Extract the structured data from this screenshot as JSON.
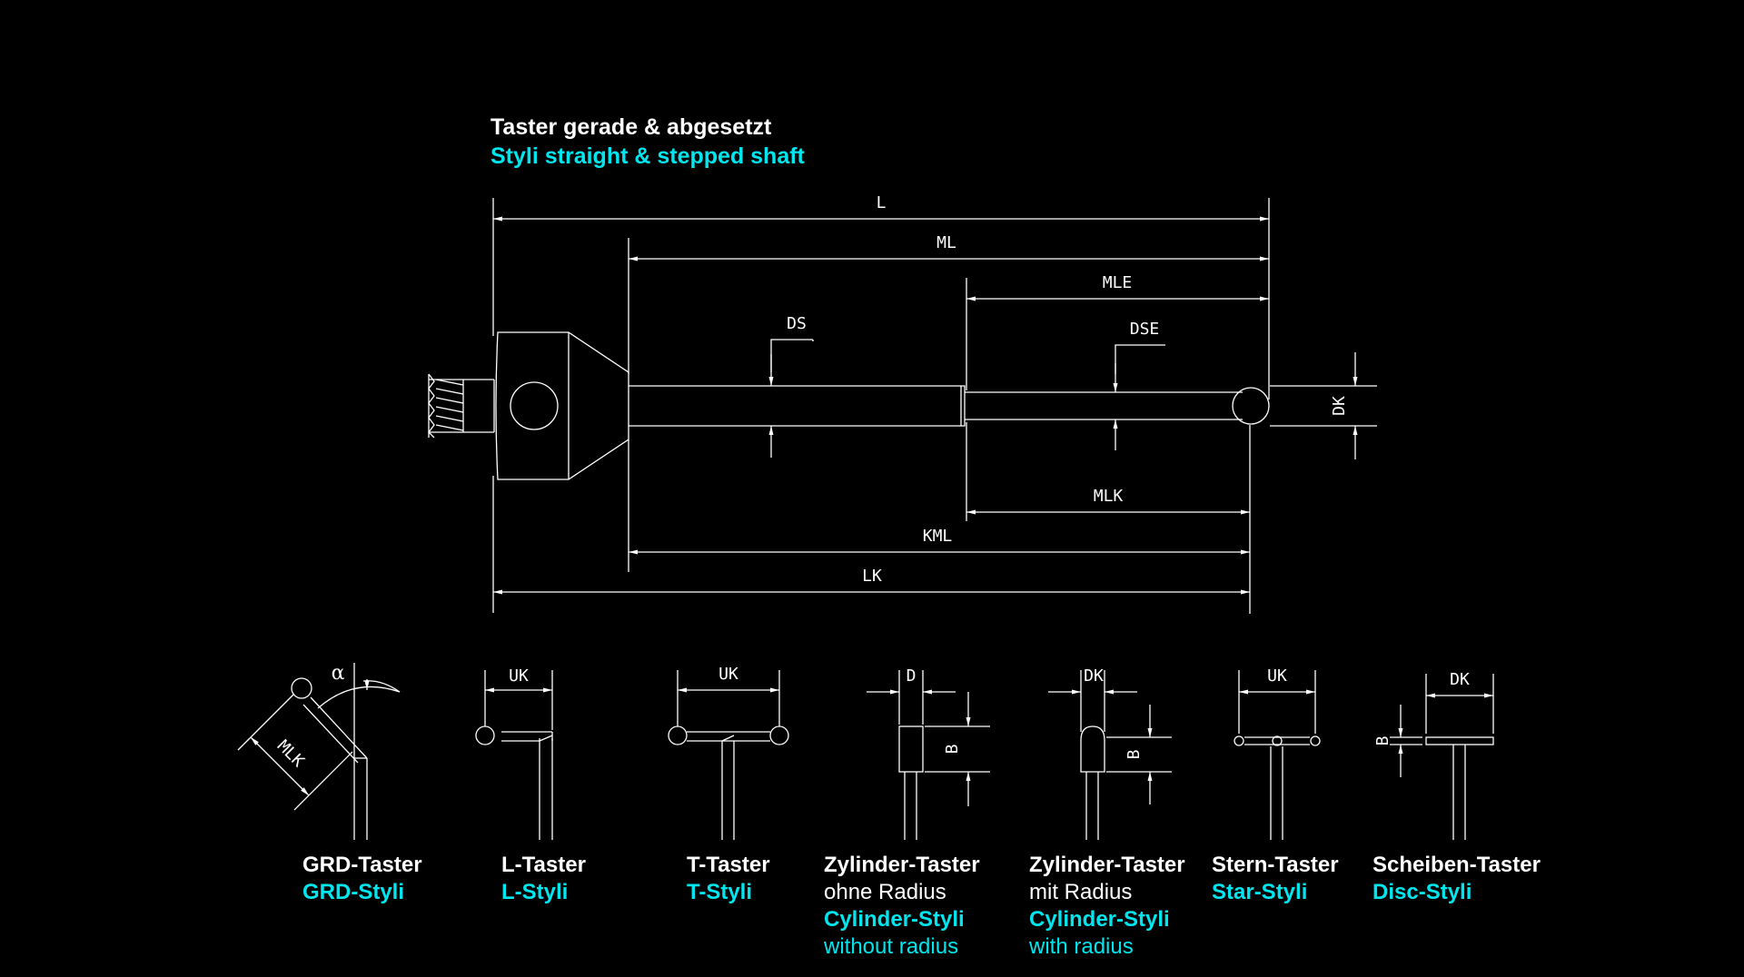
{
  "header": {
    "title_de": "Taster gerade & abgesetzt",
    "title_en": "Styli straight & stepped shaft"
  },
  "dimensions": {
    "L": "L",
    "ML": "ML",
    "MLE": "MLE",
    "DS": "DS",
    "DSE": "DSE",
    "DK": "DK",
    "MLK": "MLK",
    "KML": "KML",
    "LK": "LK"
  },
  "small": {
    "alpha": "α",
    "mlk": "MLK",
    "uk": "UK",
    "d": "D",
    "b": "B",
    "dk": "DK"
  },
  "captions": [
    {
      "de": "GRD-Taster",
      "en": "GRD-Styli"
    },
    {
      "de": "L-Taster",
      "en": "L-Styli"
    },
    {
      "de": "T-Taster",
      "en": "T-Styli"
    },
    {
      "de": "Zylinder-Taster",
      "de2": "ohne Radius",
      "en": "Cylinder-Styli",
      "en2": "without radius"
    },
    {
      "de": "Zylinder-Taster",
      "de2": "mit Radius",
      "en": "Cylinder-Styli",
      "en2": "with radius"
    },
    {
      "de": "Stern-Taster",
      "en": "Star-Styli"
    },
    {
      "de": "Scheiben-Taster",
      "en": "Disc-Styli"
    }
  ],
  "colors": {
    "background": "#000000",
    "line": "#ffffff",
    "accent": "#00e5ee"
  }
}
